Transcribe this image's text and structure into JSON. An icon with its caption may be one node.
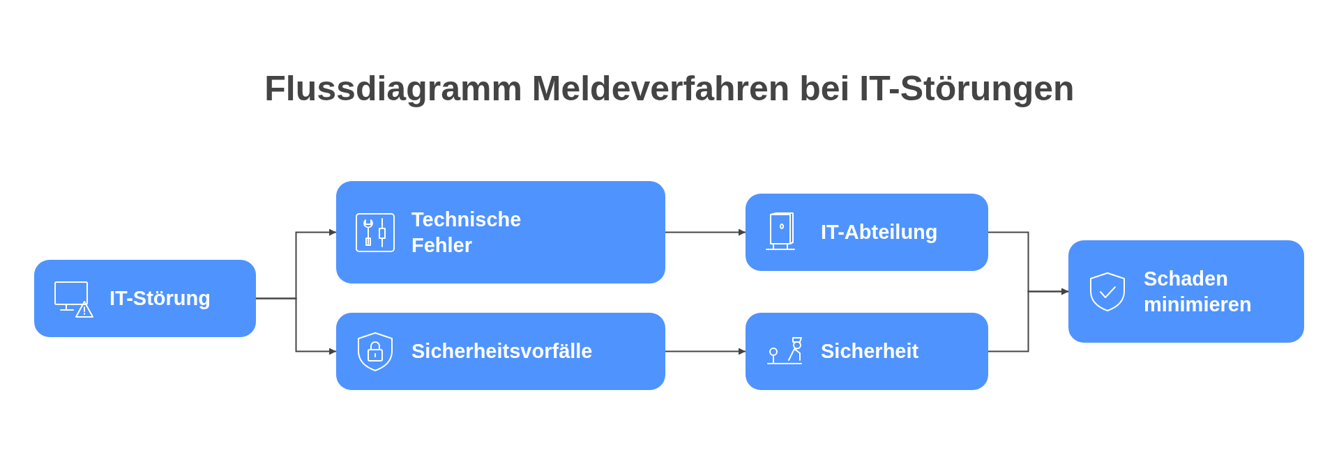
{
  "diagram": {
    "title": "Flussdiagramm Meldeverfahren bei IT-Störungen",
    "nodes": [
      {
        "text": [
          "IT-Störung"
        ]
      },
      {
        "text": [
          "Technische Fehler"
        ]
      },
      {
        "text": [
          "Sicherheitsvorfälle"
        ]
      },
      {
        "text": [
          "IT-Abteilung"
        ]
      },
      {
        "text": [
          "Sicherheit"
        ]
      },
      {
        "text": [
          "Schaden minimieren"
        ]
      }
    ],
    "edges": [
      {
        "from": 0,
        "to": 1,
        "arrow": "to"
      },
      {
        "from": 0,
        "to": 2,
        "arrow": "to"
      },
      {
        "from": 1,
        "to": 3,
        "arrow": "to"
      },
      {
        "from": 2,
        "to": 4,
        "arrow": "to"
      },
      {
        "from": 3,
        "to": 5,
        "arrow": "to"
      },
      {
        "from": 4,
        "to": 5,
        "arrow": "to"
      }
    ]
  }
}
